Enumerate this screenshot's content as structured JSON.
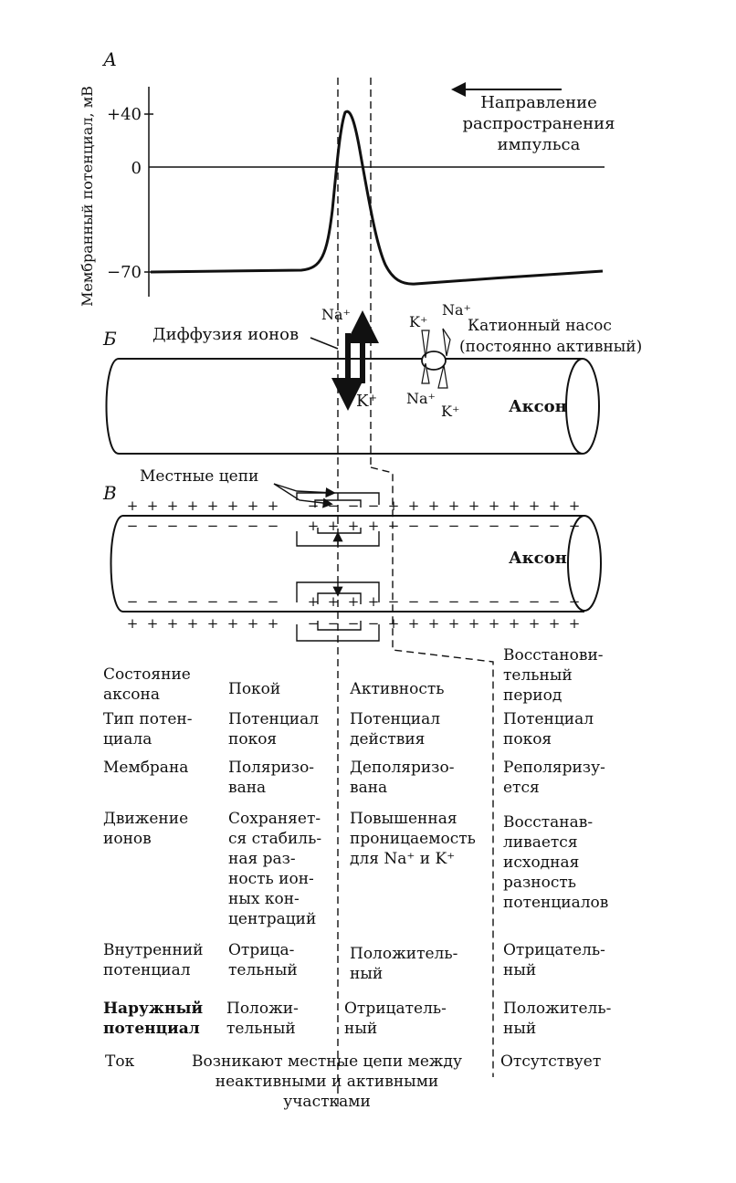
{
  "panel_a": {
    "letter": "А",
    "y_axis_label": "Мембранный потенциал, мВ",
    "ticks": [
      "+40",
      "0",
      "−70"
    ],
    "direction_label": [
      "Направление",
      "распространения",
      "импульса"
    ]
  },
  "panel_b": {
    "letter": "Б",
    "diffusion_label": "Диффузия ионов",
    "na_label": "Na⁺",
    "k_label": "K⁺",
    "pump_label_1": "Катионный насос",
    "pump_label_2": "(постоянно активный)",
    "pump_k_top": "K⁺",
    "pump_na_top": "Na⁺",
    "pump_na_bottom": "Na⁺",
    "pump_k_bottom": "K⁺",
    "axon_label": "Аксон"
  },
  "panel_v": {
    "letter": "В",
    "local_circuits_label": "Местные цепи",
    "axon_label": "Аксон"
  },
  "table": {
    "columns": [
      "Покой",
      "Активность",
      "Восстанови-\nтельный\nпериод"
    ],
    "header_row_label": "Состояние\nаксона",
    "rows": [
      {
        "label": "Тип потен-\nциала",
        "rest": "Потенциал\nпокоя",
        "active": "Потенциал\nдействия",
        "recovery": "Потенциал\nпокоя"
      },
      {
        "label": "Мембрана",
        "rest": "Поляризо-\nвана",
        "active": "Деполяризо-\nвана",
        "recovery": "Реполяризу-\nется"
      },
      {
        "label": "Движение\nионов",
        "rest": "Сохраняет-\nся стабиль-\nная раз-\nность ион-\nных кон-\nцентраций",
        "active": "Повышенная\nпроницаемость\nдля Na⁺ и K⁺",
        "recovery": "Восстанав-\nливается\nисходная\nразность\nпотенциалов"
      },
      {
        "label": "Внутренний\nпотенциал",
        "rest": "Отрица-\nтельный",
        "active": "Положитель-\nный",
        "recovery": "Отрицатель-\nный"
      },
      {
        "label": "Наружный\nпотенциал",
        "rest": "Положи-\nтельный",
        "active": "Отрицатель-\nный",
        "recovery": "Положитель-\nный"
      }
    ],
    "current": {
      "label": "Ток",
      "rest_active": "Возникают местные цепи между\nнеактивными и активными\nучастками",
      "recovery": "Отсутствует"
    }
  }
}
